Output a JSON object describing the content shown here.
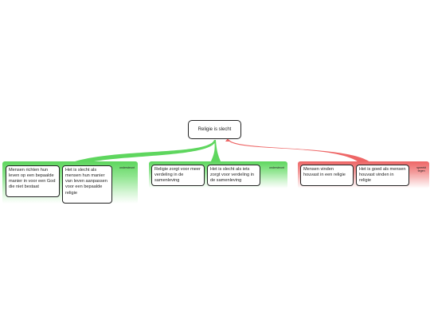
{
  "central": {
    "title": "Religie is slecht"
  },
  "groups": [
    {
      "label": "ondersteunt",
      "color": "#5ed65e",
      "cards": [
        "Mensen richten hun leven op een bepaalde manier in voor een God die niet bestaat",
        "Het is slecht als mensen hun manier van leven aanpassen voor een bepaalde religie"
      ]
    },
    {
      "label": "ondersteunt",
      "color": "#5ed65e",
      "cards": [
        "Religie zorgt voor meer verdeling in de samenleving",
        "Het is slecht als iets zorgt voor verdeling in de samenleving"
      ]
    },
    {
      "label": "spreekt tegen",
      "color": "#ee6666",
      "cards": [
        "Mensen vinden houvast in een religie",
        "Het is goed als mensen houvast vinden in religie"
      ]
    }
  ]
}
